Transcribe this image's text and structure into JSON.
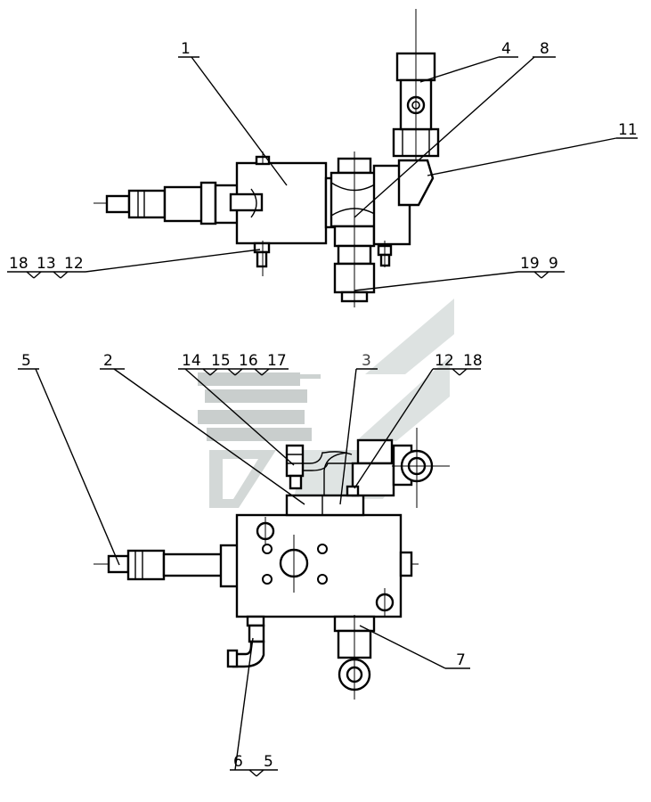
{
  "callouts": {
    "top_view": {
      "c1": "1",
      "c4": "4",
      "c8": "8",
      "c11": "11",
      "c18": "18",
      "c13": "13",
      "c12": "12",
      "c19": "19",
      "c9": "9"
    },
    "front_view": {
      "c5a": "5",
      "c2": "2",
      "c14": "14",
      "c15": "15",
      "c16": "16",
      "c17": "17",
      "c3": "3",
      "c12": "12",
      "c18": "18",
      "c7": "7",
      "c6": "6",
      "c5b": "5"
    }
  },
  "colors": {
    "line": "#000000",
    "watermark": "#d7dcdb",
    "watermark_dark": "#c3c8c7",
    "background": "#ffffff"
  }
}
